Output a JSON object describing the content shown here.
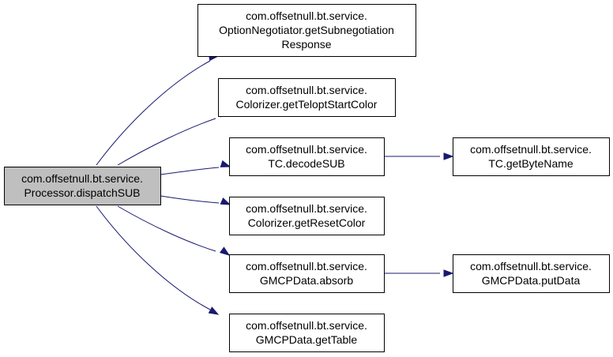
{
  "diagram": {
    "type": "call-graph",
    "colors": {
      "root_fill": "#bfbfbf",
      "node_fill": "#ffffff",
      "node_border": "#000000",
      "edge": "#191970"
    },
    "nodes": [
      {
        "id": "dispatchSUB",
        "root": true,
        "lines": [
          "com.offsetnull.bt.service.",
          "Processor.dispatchSUB"
        ]
      },
      {
        "id": "getSubnegotiationResponse",
        "lines": [
          "com.offsetnull.bt.service.",
          "OptionNegotiator.getSubnegotiation",
          "Response"
        ]
      },
      {
        "id": "getTeloptStartColor",
        "lines": [
          "com.offsetnull.bt.service.",
          "Colorizer.getTeloptStartColor"
        ]
      },
      {
        "id": "decodeSUB",
        "lines": [
          "com.offsetnull.bt.service.",
          "TC.decodeSUB"
        ]
      },
      {
        "id": "getByteName",
        "lines": [
          "com.offsetnull.bt.service.",
          "TC.getByteName"
        ]
      },
      {
        "id": "getResetColor",
        "lines": [
          "com.offsetnull.bt.service.",
          "Colorizer.getResetColor"
        ]
      },
      {
        "id": "absorb",
        "lines": [
          "com.offsetnull.bt.service.",
          "GMCPData.absorb"
        ]
      },
      {
        "id": "putData",
        "lines": [
          "com.offsetnull.bt.service.",
          "GMCPData.putData"
        ]
      },
      {
        "id": "getTable",
        "lines": [
          "com.offsetnull.bt.service.",
          "GMCPData.getTable"
        ]
      }
    ],
    "edges": [
      {
        "from": "dispatchSUB",
        "to": "getSubnegotiationResponse"
      },
      {
        "from": "dispatchSUB",
        "to": "getTeloptStartColor"
      },
      {
        "from": "dispatchSUB",
        "to": "decodeSUB"
      },
      {
        "from": "dispatchSUB",
        "to": "getResetColor"
      },
      {
        "from": "dispatchSUB",
        "to": "absorb"
      },
      {
        "from": "dispatchSUB",
        "to": "getTable"
      },
      {
        "from": "decodeSUB",
        "to": "getByteName"
      },
      {
        "from": "absorb",
        "to": "putData"
      }
    ]
  }
}
